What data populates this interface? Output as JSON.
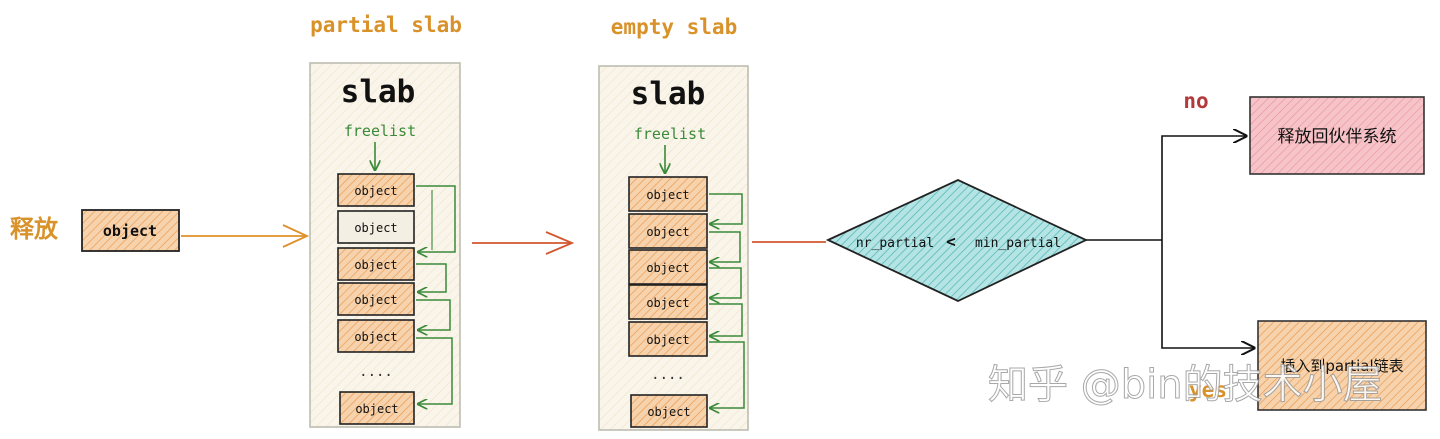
{
  "labels": {
    "release": "释放",
    "object": "object",
    "partial_slab_title": "partial slab",
    "empty_slab_title": "empty slab",
    "slab": "slab",
    "freelist": "freelist",
    "ellipsis": "....",
    "cond_left": "nr_partial",
    "cond_op": "<",
    "cond_right": "min_partial",
    "no": "no",
    "yes": "yes",
    "no_action": "释放回伙伴系统",
    "yes_action": "插入到partial链表",
    "watermark": "知乎 @bin的技术小屋"
  },
  "colors": {
    "orange_accent": "#d9922a",
    "object_fill": "#f5c89a",
    "free_object_fill": "#f4efe3",
    "slab_fill": "#f8f2e4",
    "arrow_orange": "#e0902a",
    "arrow_red": "#d2572e",
    "freelist_green": "#3a8a3a",
    "diamond_teal": "#7fcfcf",
    "no_box_pink": "#f2a8ae",
    "no_label_red": "#b33a3a"
  }
}
